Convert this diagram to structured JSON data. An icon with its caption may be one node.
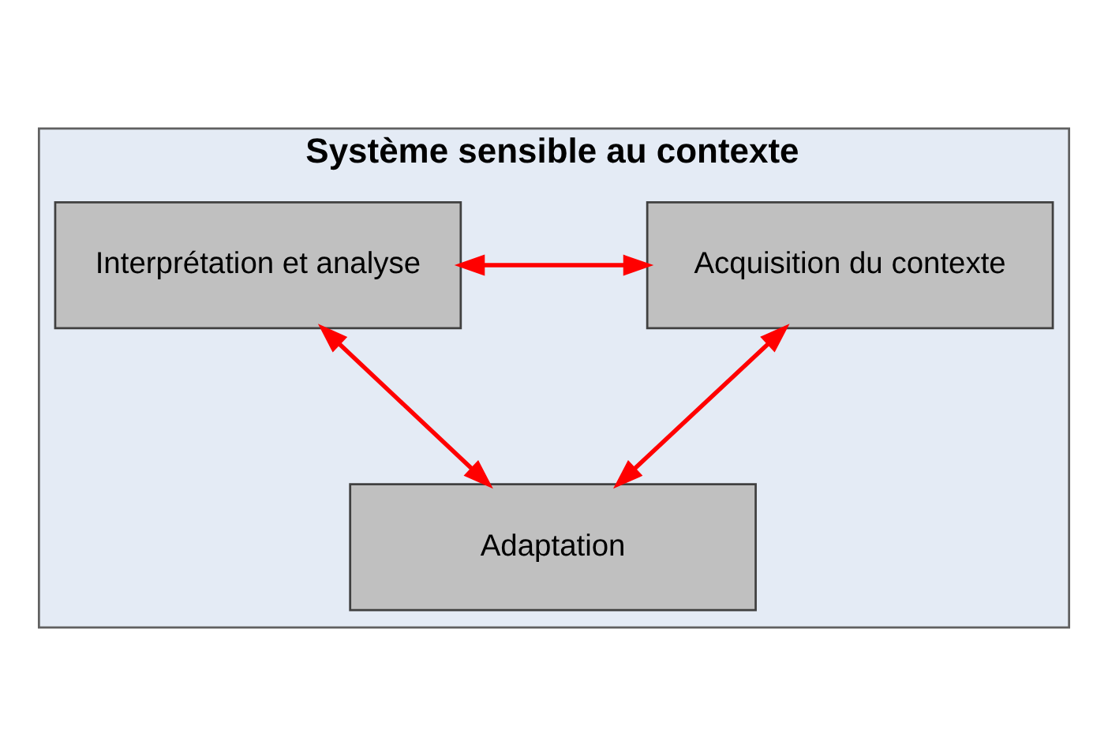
{
  "diagram": {
    "nodes": [
      {
        "text": [
          "Système sensible au contexte"
        ]
      },
      {
        "text": [
          "Interprétation et analyse"
        ],
        "in": 0
      },
      {
        "text": [
          "Acquisition du contexte"
        ],
        "in": 0
      },
      {
        "text": [
          "Adaptation"
        ],
        "in": 0
      }
    ],
    "edges": [
      {
        "from": 1,
        "to": 2,
        "arrow": "both",
        "color": "#ff0000"
      },
      {
        "from": 1,
        "to": 3,
        "arrow": "both",
        "color": "#ff0000"
      },
      {
        "from": 2,
        "to": 3,
        "arrow": "both",
        "color": "#ff0000"
      }
    ]
  }
}
